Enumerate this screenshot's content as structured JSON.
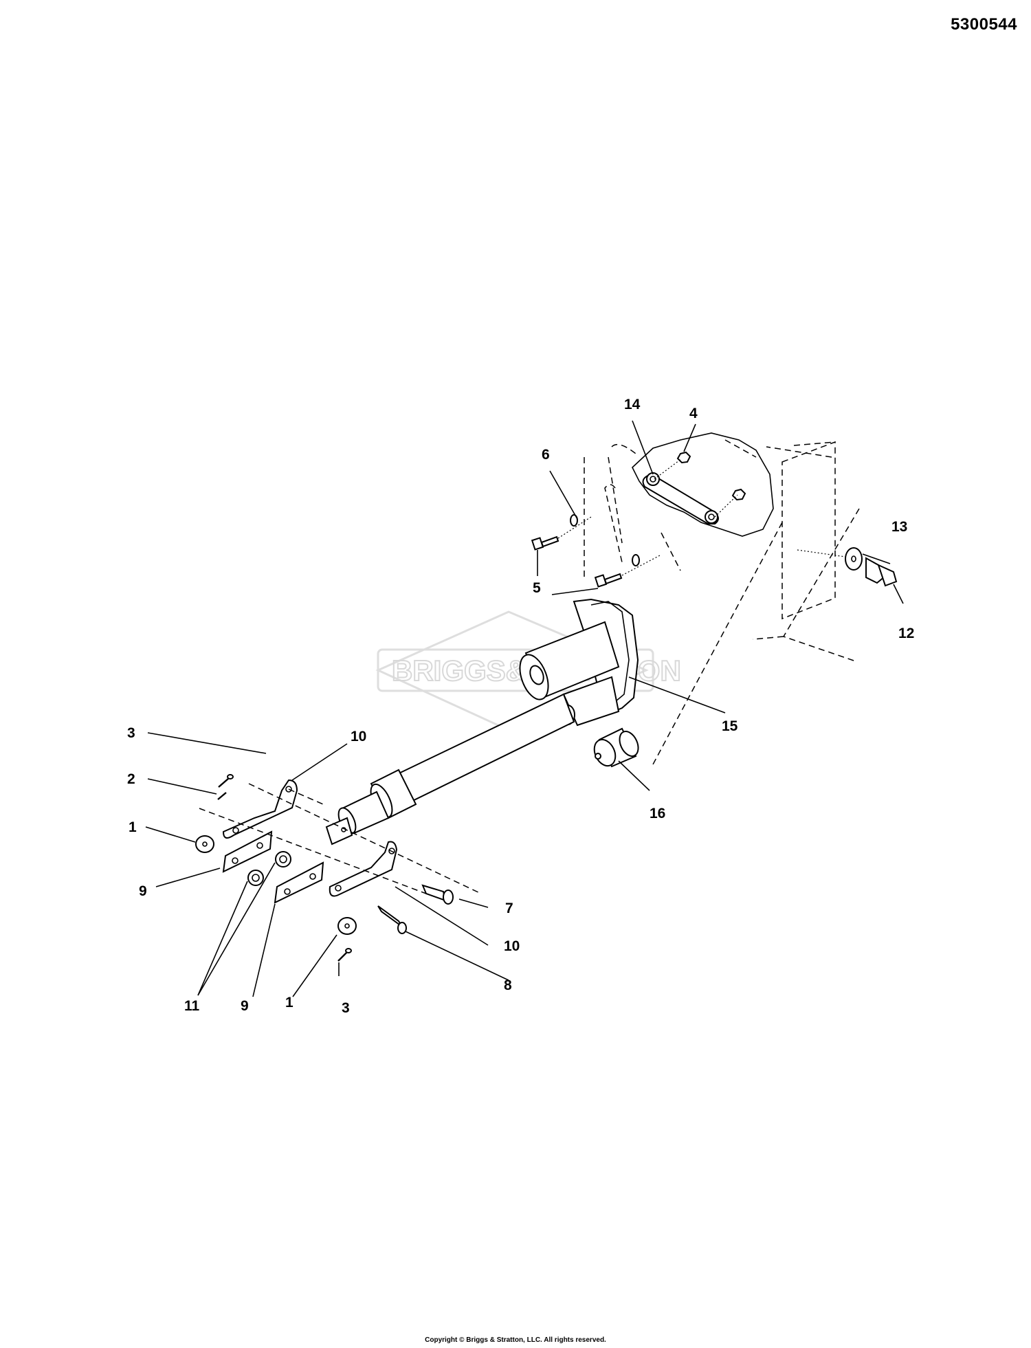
{
  "header": {
    "diagram_code": "5300544"
  },
  "footer": {
    "copyright": "Copyright © Briggs & Stratton, LLC. All rights reserved."
  },
  "watermark": {
    "text": "BRIGGS&STRATTON"
  },
  "callouts": {
    "c1a": "1",
    "c1b": "1",
    "c2": "2",
    "c3a": "3",
    "c3b": "3",
    "c4": "4",
    "c5": "5",
    "c6": "6",
    "c7": "7",
    "c8": "8",
    "c9a": "9",
    "c9b": "9",
    "c10a": "10",
    "c10b": "10",
    "c11": "11",
    "c12": "12",
    "c13": "13",
    "c14": "14",
    "c15": "15",
    "c16": "16"
  }
}
